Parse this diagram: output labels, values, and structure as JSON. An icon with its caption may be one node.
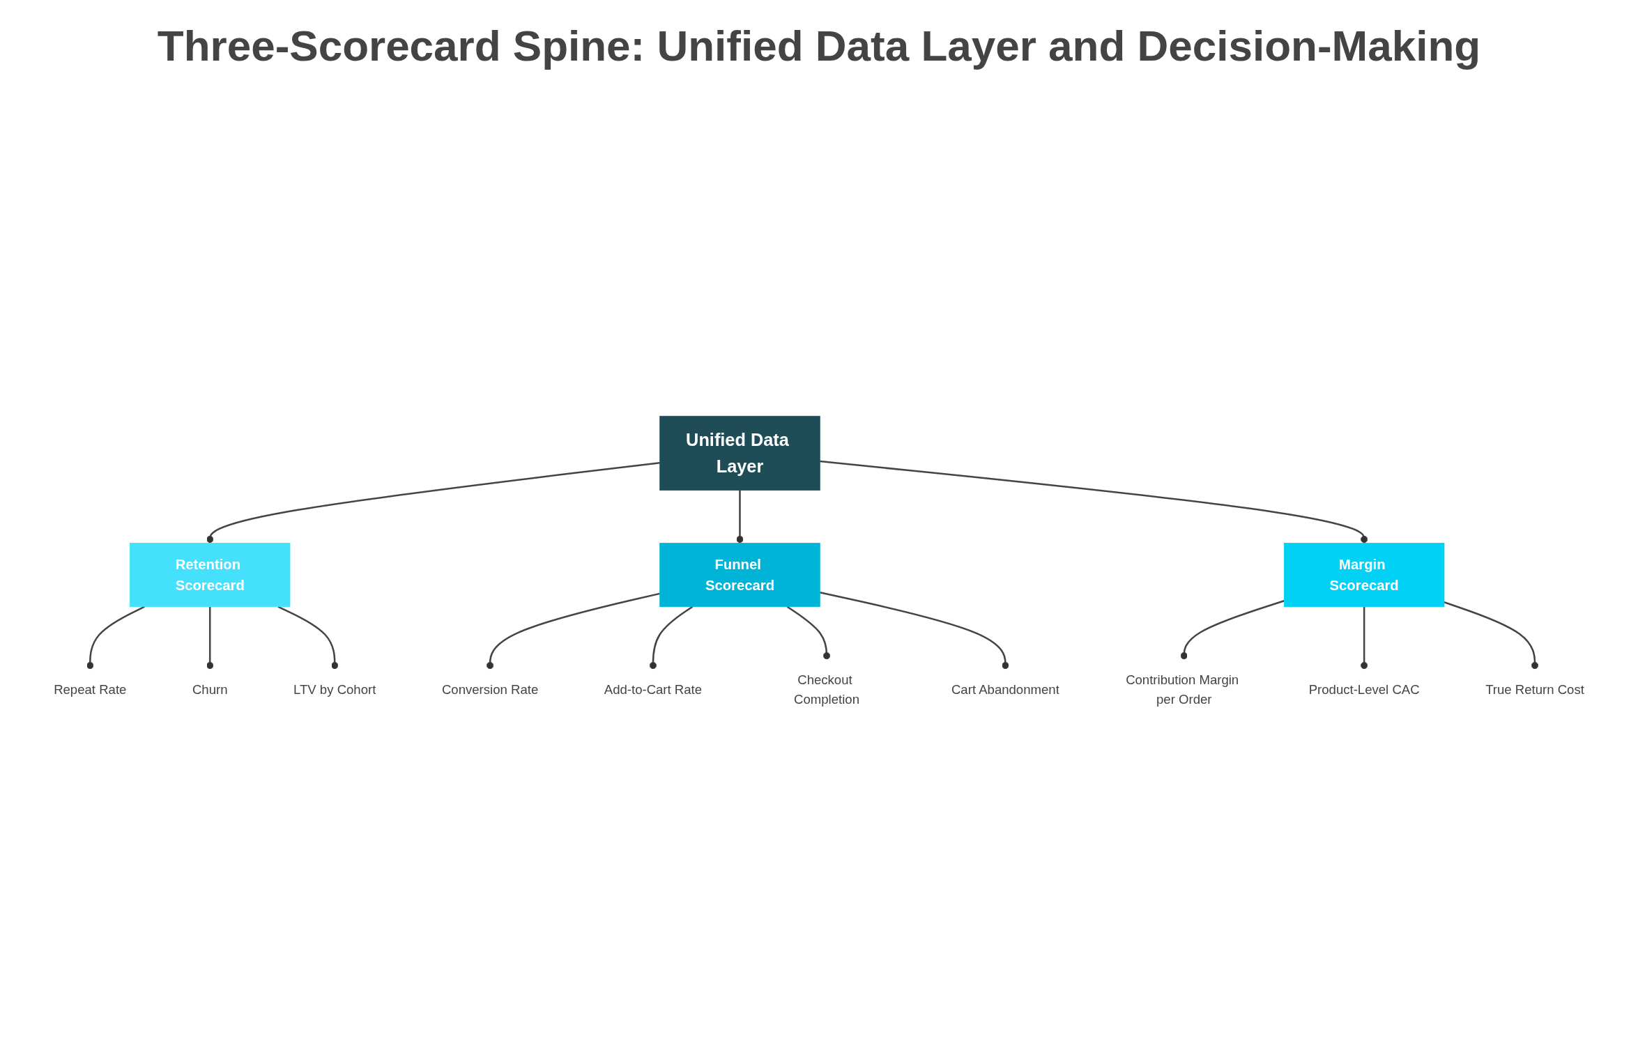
{
  "diagram": {
    "title": "Three-Scorecard Spine: Unified Data Layer and Decision-Making",
    "nodes": [
      {
        "text": [
          "Unified Data Layer"
        ]
      },
      {
        "text": [
          "Retention Scorecard"
        ]
      },
      {
        "text": [
          "Repeat Rate"
        ]
      },
      {
        "text": [
          "Churn"
        ]
      },
      {
        "text": [
          "LTV by Cohort"
        ]
      },
      {
        "text": [
          "Funnel Scorecard"
        ]
      },
      {
        "text": [
          "Conversion Rate"
        ]
      },
      {
        "text": [
          "Add-to-Cart Rate"
        ]
      },
      {
        "text": [
          "Checkout Completion"
        ]
      },
      {
        "text": [
          "Cart Abandonment"
        ]
      },
      {
        "text": [
          "Margin Scorecard"
        ]
      },
      {
        "text": [
          "Contribution Margin per Order"
        ]
      },
      {
        "text": [
          "Product-Level CAC"
        ]
      },
      {
        "text": [
          "True Return Cost"
        ]
      }
    ],
    "edges": [
      {
        "from": 0,
        "to": 1,
        "arrow": "other"
      },
      {
        "from": 0,
        "to": 5,
        "arrow": "other"
      },
      {
        "from": 0,
        "to": 10,
        "arrow": "other"
      },
      {
        "from": 1,
        "to": 2,
        "arrow": "other"
      },
      {
        "from": 1,
        "to": 3,
        "arrow": "other"
      },
      {
        "from": 1,
        "to": 4,
        "arrow": "other"
      },
      {
        "from": 5,
        "to": 6,
        "arrow": "other"
      },
      {
        "from": 5,
        "to": 7,
        "arrow": "other"
      },
      {
        "from": 5,
        "to": 8,
        "arrow": "other"
      },
      {
        "from": 5,
        "to": 9,
        "arrow": "other"
      },
      {
        "from": 10,
        "to": 11,
        "arrow": "other"
      },
      {
        "from": 10,
        "to": 12,
        "arrow": "other"
      },
      {
        "from": 10,
        "to": 13,
        "arrow": "other"
      }
    ]
  }
}
